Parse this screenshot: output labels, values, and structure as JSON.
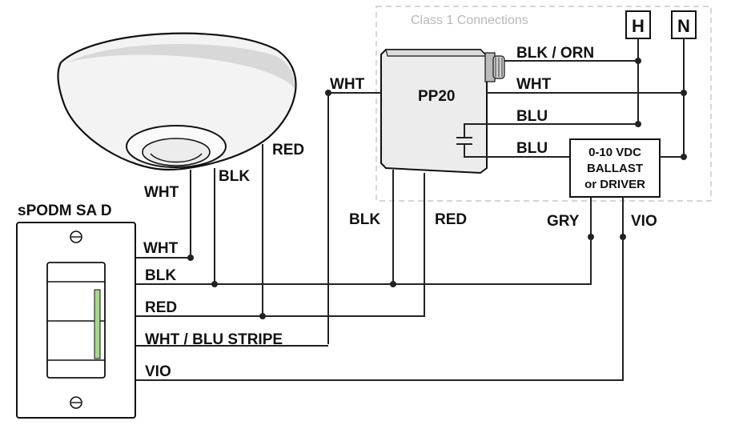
{
  "boundary": {
    "label": "Class 1 Connections"
  },
  "terminals": {
    "hot": "H",
    "neutral": "N"
  },
  "devices": {
    "power_pack": "PP20",
    "switch_device": "sPODM SA D",
    "ballast": [
      "0-10 VDC",
      "BALLAST",
      "or DRIVER"
    ]
  },
  "wire_labels": {
    "pp_blk_orn": "BLK / ORN",
    "pp_wht": "WHT",
    "pp_blu_1": "BLU",
    "pp_blu_2": "BLU",
    "pp_wht_in": "WHT",
    "pp_blk_down": "BLK",
    "pp_red_down": "RED",
    "sensor_wht": "WHT",
    "sensor_blk": "BLK",
    "sensor_red": "RED",
    "sw_wht": "WHT",
    "sw_blk": "BLK",
    "sw_red": "RED",
    "sw_wht_blu": "WHT / BLU STRIPE",
    "sw_vio": "VIO",
    "ballast_gry": "GRY",
    "ballast_vio": "VIO"
  }
}
